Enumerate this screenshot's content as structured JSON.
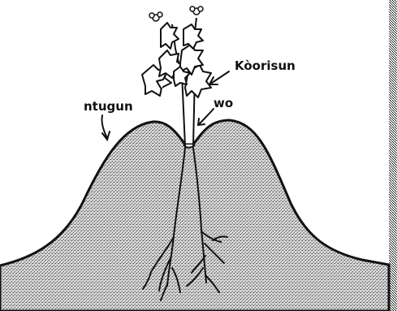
{
  "labels": {
    "mound": "ntugun",
    "plant": "Kòorisun",
    "hole": "wo"
  }
}
